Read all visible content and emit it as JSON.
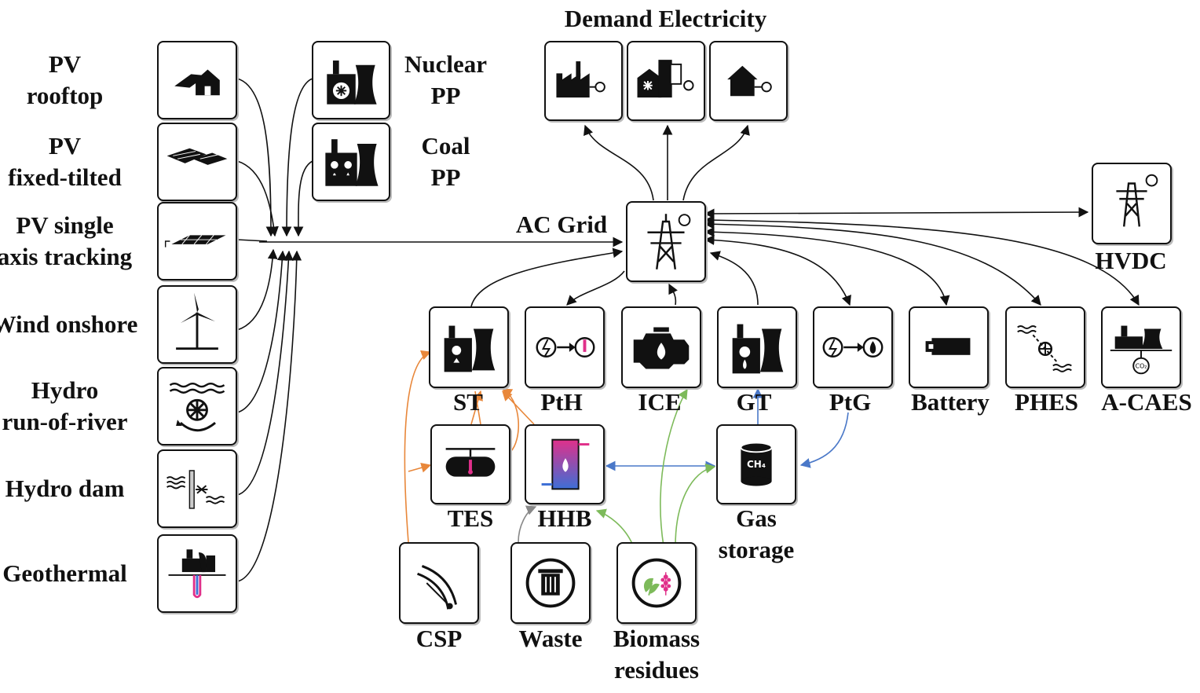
{
  "title": "Demand Electricity",
  "hub_label": "AC Grid",
  "left_sources": [
    {
      "id": "pv-rooftop",
      "lines": [
        "PV",
        "rooftop"
      ],
      "icon": "pv-rooftop-icon"
    },
    {
      "id": "pv-fixed",
      "lines": [
        "PV",
        "fixed-tilted"
      ],
      "icon": "pv-fixed-tilted-icon"
    },
    {
      "id": "pv-tracking",
      "lines": [
        "PV single",
        "axis tracking"
      ],
      "icon": "pv-tracking-icon"
    },
    {
      "id": "wind",
      "lines": [
        "Wind onshore"
      ],
      "icon": "wind-turbine-icon"
    },
    {
      "id": "hydro-ror",
      "lines": [
        "Hydro",
        "run-of-river"
      ],
      "icon": "hydro-run-of-river-icon"
    },
    {
      "id": "hydro-dam",
      "lines": [
        "Hydro dam"
      ],
      "icon": "hydro-dam-icon"
    },
    {
      "id": "geo",
      "lines": [
        "Geothermal"
      ],
      "icon": "geothermal-icon"
    }
  ],
  "thermal_plants": [
    {
      "id": "nuclear",
      "lines": [
        "Nuclear",
        "PP"
      ],
      "icon": "nuclear-plant-icon"
    },
    {
      "id": "coal",
      "lines": [
        "Coal",
        "PP"
      ],
      "icon": "coal-plant-icon"
    }
  ],
  "demand": [
    {
      "id": "industry",
      "icon": "factory-icon"
    },
    {
      "id": "commercial",
      "icon": "commercial-building-icon"
    },
    {
      "id": "residential",
      "icon": "house-icon"
    }
  ],
  "hvdc": {
    "label": "HVDC",
    "icon": "hvdc-tower-icon"
  },
  "grid": {
    "icon": "ac-grid-tower-icon"
  },
  "components": [
    {
      "id": "st",
      "label": "ST",
      "icon": "steam-turbine-icon"
    },
    {
      "id": "pth",
      "label": "PtH",
      "icon": "power-to-heat-icon"
    },
    {
      "id": "ice",
      "label": "ICE",
      "icon": "engine-icon"
    },
    {
      "id": "gt",
      "label": "GT",
      "icon": "gas-turbine-icon"
    },
    {
      "id": "ptg",
      "label": "PtG",
      "icon": "power-to-gas-icon"
    },
    {
      "id": "battery",
      "label": "Battery",
      "icon": "battery-icon"
    },
    {
      "id": "phes",
      "label": "PHES",
      "icon": "pumped-hydro-icon"
    },
    {
      "id": "acaes",
      "label": "A-CAES",
      "icon": "compressed-air-icon"
    }
  ],
  "storage": [
    {
      "id": "tes",
      "lines": [
        "TES"
      ],
      "icon": "thermal-storage-icon"
    },
    {
      "id": "hhb",
      "lines": [
        "HHB"
      ],
      "icon": "hybrid-heat-boiler-icon"
    },
    {
      "id": "gas",
      "lines": [
        "Gas",
        "storage"
      ],
      "icon": "gas-tank-icon",
      "tank_text": "CH₄"
    }
  ],
  "fuels": [
    {
      "id": "csp",
      "lines": [
        "CSP"
      ],
      "icon": "csp-collector-icon"
    },
    {
      "id": "waste",
      "lines": [
        "Waste"
      ],
      "icon": "trash-bin-icon"
    },
    {
      "id": "biomass",
      "lines": [
        "Biomass",
        "residues"
      ],
      "icon": "biomass-leaf-icon"
    }
  ],
  "colors": {
    "line": "#111111",
    "heat": "#e8873a",
    "gas": "#4a78c8",
    "bio": "#7dba5a",
    "pink": "#e0308a",
    "blue": "#3d6fd6"
  }
}
